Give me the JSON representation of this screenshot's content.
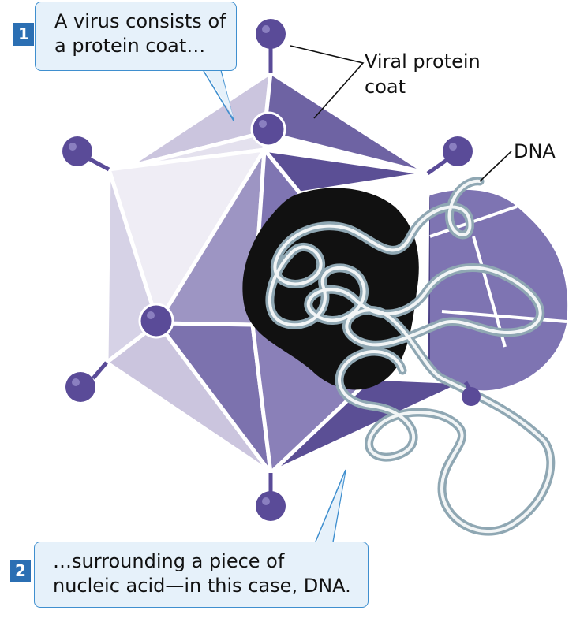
{
  "callouts": [
    {
      "step": "1",
      "text_line1": "A virus consists of",
      "text_line2": "a protein coat…"
    },
    {
      "step": "2",
      "text_line1": "…surrounding a piece of",
      "text_line2": "nucleic acid—in this case, DNA."
    }
  ],
  "labels": {
    "coat_line1": "Viral protein",
    "coat_line2": "coat",
    "dna": "DNA"
  },
  "colors": {
    "callout_fill": "#e6f1fa",
    "callout_border": "#3f8fcf",
    "badge": "#2b6fb3",
    "knob": "#5a4b98",
    "dna_strand": "#8fa7b3",
    "core": "#111111"
  }
}
